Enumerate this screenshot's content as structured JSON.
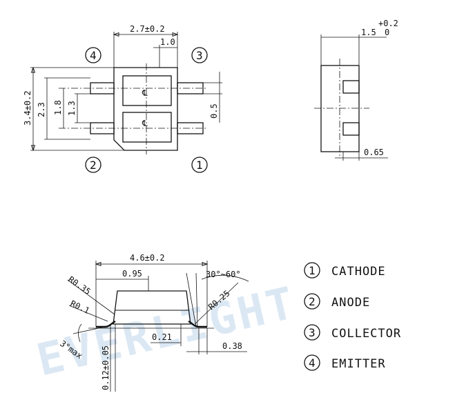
{
  "watermark": "EVERLIGHT",
  "top_view": {
    "pins": {
      "p1": "1",
      "p2": "2",
      "p3": "3",
      "p4": "4"
    },
    "dims": {
      "width": "2.7±0.2",
      "pitch_right": "1.0",
      "height": "3.4±0.2",
      "h2": "2.3",
      "h3": "1.8",
      "h4": "1.3",
      "lead_width": "0.5"
    },
    "centerline_mark": "℄"
  },
  "side_view": {
    "dims": {
      "thickness": "1.5",
      "tol_plus": "+0.2",
      "tol_minus": "0",
      "lead": "0.65"
    }
  },
  "front_view": {
    "dims": {
      "length": "4.6±0.2",
      "body": "0.95",
      "r035": "R0.35",
      "r01": "R0.1",
      "r025": "R0.25",
      "angle": "30°~60°",
      "max_angle": "3°max",
      "lead_len": "0.21",
      "foot": "0.38",
      "lead_thk": "0.12±0.05"
    }
  },
  "legend": [
    {
      "num": "1",
      "label": "CATHODE"
    },
    {
      "num": "2",
      "label": "ANODE"
    },
    {
      "num": "3",
      "label": "COLLECTOR"
    },
    {
      "num": "4",
      "label": "EMITTER"
    }
  ],
  "colors": {
    "ink": "#111111",
    "watermark": "#dbe8f4",
    "background": "#ffffff"
  }
}
